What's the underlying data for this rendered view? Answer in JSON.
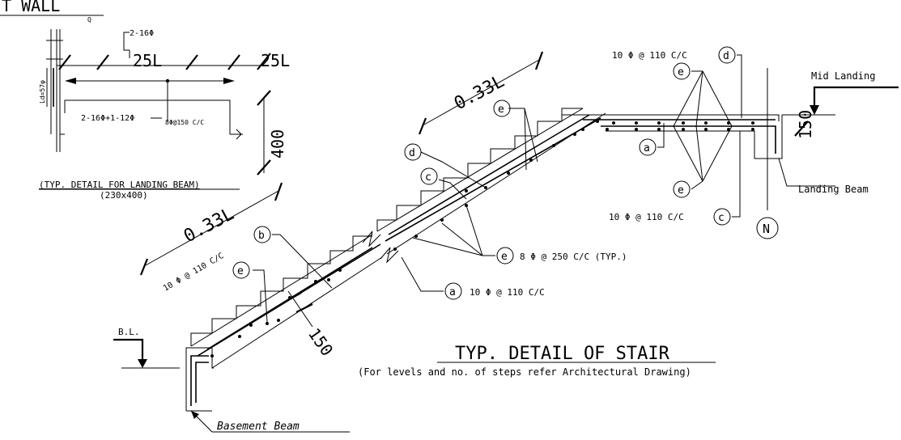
{
  "beam_detail": {
    "top_title": "T WALL",
    "small_mark": "Q",
    "bar_2_16": "2-16Φ",
    "lap_25L_a": "25L",
    "lap_25L_b": "25L",
    "ld": "Ld=57φ",
    "bot_bars": "2-16Φ+1-12Φ",
    "stirrup": "8Φ@150 C/C",
    "depth": "400",
    "caption": "(TYP. DETAIL FOR LANDING BEAM)",
    "size": "(230x400)"
  },
  "stair": {
    "lap_left": "0.33L",
    "lap_right": "0.33L",
    "thick_bottom": "150",
    "thick_top": "150",
    "bl": "B.L.",
    "mid_landing": "Mid Landing",
    "landing_beam": "Landing Beam",
    "basement_beam": "Basement Beam",
    "north": "N",
    "title": "TYP. DETAIL OF STAIR",
    "subtitle": "(For levels and no. of steps refer Architectural Drawing)"
  },
  "callouts": {
    "a": "a",
    "b": "b",
    "c": "c",
    "d": "d",
    "e": "e",
    "bar_b": "10 Φ @ 110 C/C",
    "bar_a": "10 Φ @ 110 C/C",
    "bar_e": "8 Φ @ 250 C/C (TYP.)",
    "bar_d": "10 Φ @ 110 C/C",
    "bar_c": "10 Φ @ 110 C/C"
  }
}
